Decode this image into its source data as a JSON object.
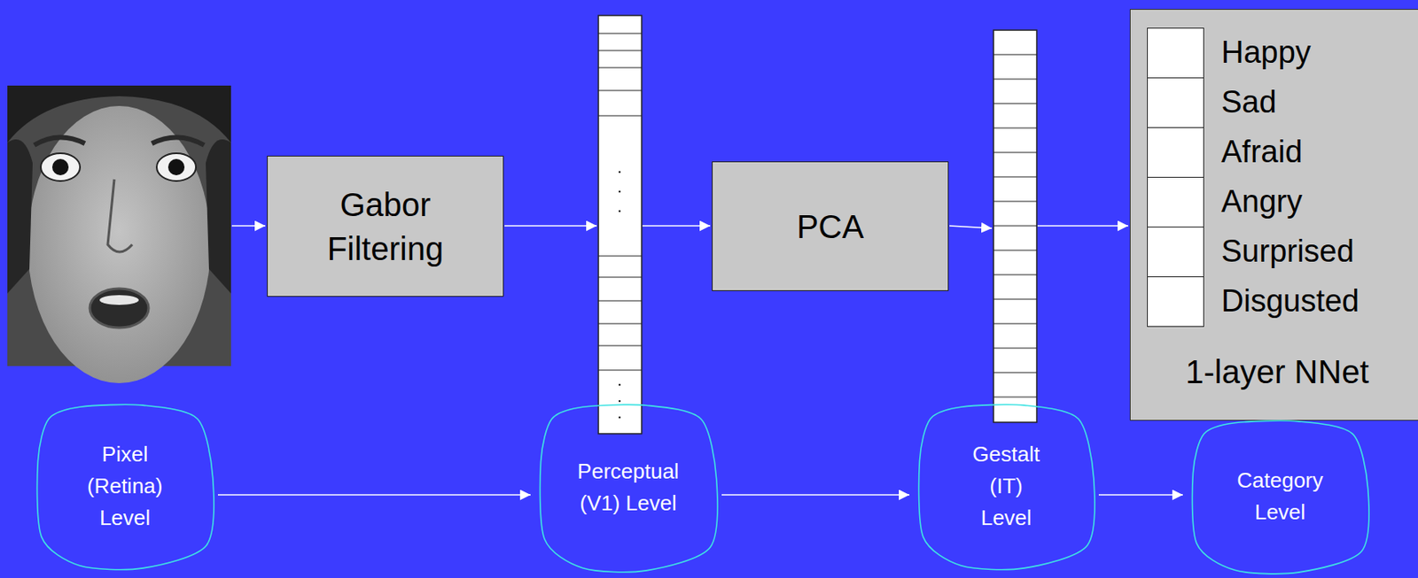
{
  "diagram": {
    "nodes": [
      {
        "text": [
          "Gabor Filtering"
        ]
      },
      {
        "text": [
          "PCA"
        ]
      },
      {
        "text": [
          "1-layer NNet"
        ]
      },
      {
        "text": [
          "Happy"
        ],
        "in": 2
      },
      {
        "text": [
          "Sad"
        ],
        "in": 2
      },
      {
        "text": [
          "Afraid"
        ],
        "in": 2
      },
      {
        "text": [
          "Angry"
        ],
        "in": 2
      },
      {
        "text": [
          "Surprised"
        ],
        "in": 2
      },
      {
        "text": [
          "Disgusted"
        ],
        "in": 2
      },
      {
        "text": [
          "Pixel (Retina) Level"
        ]
      },
      {
        "text": [
          "Perceptual (V1) Level"
        ]
      },
      {
        "text": [
          "Gestalt (IT) Level"
        ]
      },
      {
        "text": [
          "Category Level"
        ]
      }
    ],
    "edges": [
      {
        "from": 9,
        "to": 10,
        "arrow": "to"
      },
      {
        "from": 10,
        "to": 11,
        "arrow": "to"
      },
      {
        "from": 11,
        "to": 12,
        "arrow": "to"
      }
    ]
  }
}
